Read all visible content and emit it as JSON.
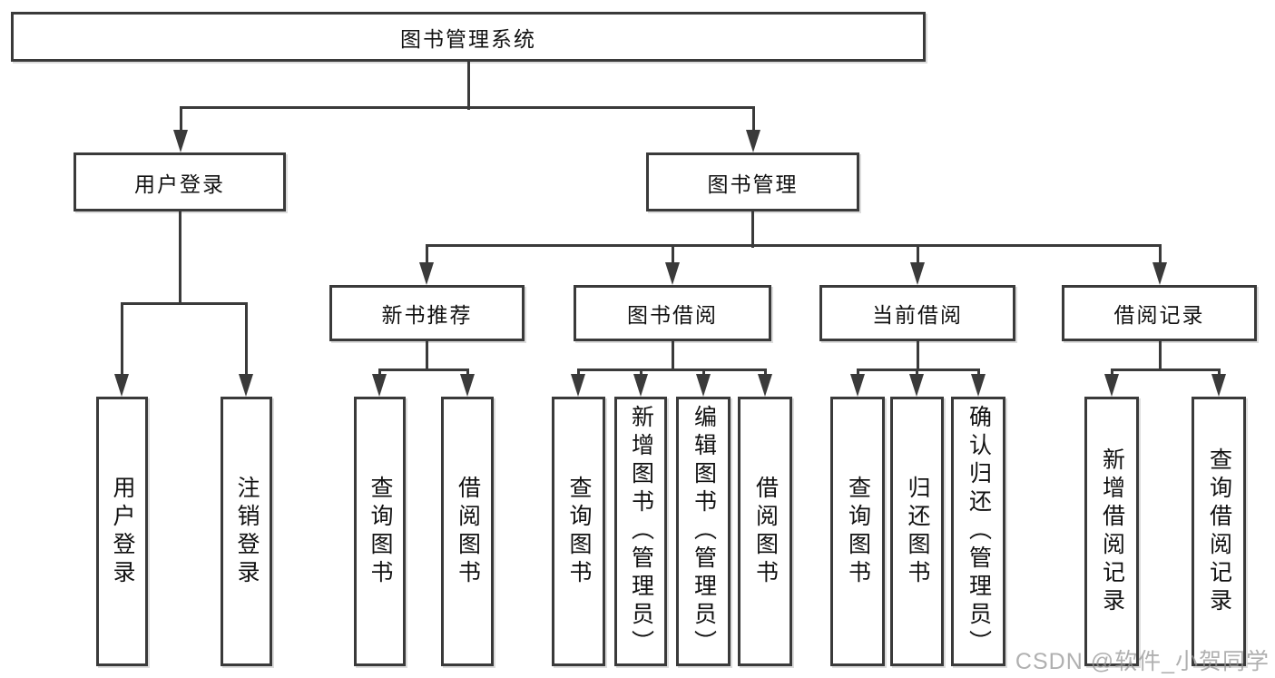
{
  "diagram": {
    "title": "图书管理系统",
    "level2": {
      "user_login": "用户登录",
      "book_management": "图书管理"
    },
    "level3": {
      "new_book_recommend": "新书推荐",
      "book_borrow": "图书借阅",
      "current_borrow": "当前借阅",
      "borrow_records": "借阅记录"
    },
    "leaves": {
      "user_login": [
        "用户登录",
        "注销登录"
      ],
      "new_book_recommend": [
        "查询图书",
        "借阅图书"
      ],
      "book_borrow": [
        "查询图书",
        "新增图书（管理员）",
        "编辑图书（管理员）",
        "借阅图书"
      ],
      "current_borrow": [
        "查询图书",
        "归还图书",
        "确认归还（管理员）"
      ],
      "borrow_records": [
        "新增借阅记录",
        "查询借阅记录"
      ]
    }
  },
  "watermark": "CSDN @软件_小贺同学",
  "colors": {
    "line": "#3a3a3a",
    "text": "#111111",
    "watermark_text": "#b3b3b3",
    "background": "#ffffff"
  }
}
